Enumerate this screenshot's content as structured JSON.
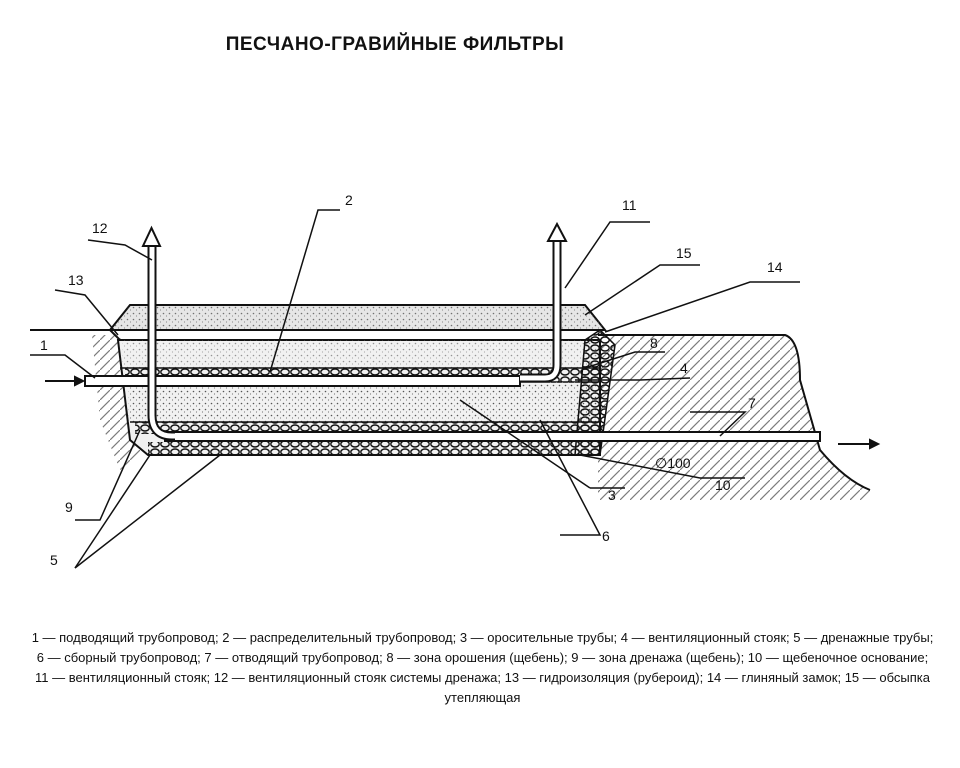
{
  "title": "ПЕСЧАНО-ГРАВИЙНЫЕ ФИЛЬТРЫ",
  "labels": {
    "l1": "1",
    "l2": "2",
    "l3": "3",
    "l4": "4",
    "l5": "5",
    "l6": "6",
    "l7": "7",
    "l8": "8",
    "l9": "9",
    "l10": "10",
    "l11": "11",
    "l12": "12",
    "l13": "13",
    "l14": "14",
    "l15": "15",
    "diameter": "∅100"
  },
  "legend": [
    "1 — подводящий трубопровод;",
    "2 — распределительный трубопровод;",
    "3 — оросительные трубы;",
    "4 — вентиляционный стояк;",
    "5 — дренажные трубы;",
    "6 — сборный трубопровод;",
    "7 — отводящий трубопровод;",
    "8 — зона орошения (щебень);",
    "9 — зона дренажа (щебень);",
    "10 — щебеночное основание;",
    "11 — вентиляционный стояк;",
    "12 — вентиляционный стояк системы дренажа;",
    "13 — гидроизоляция (рубероид);",
    "14 — глиняный замок;",
    "15 — обсыпка утепляющая"
  ]
}
